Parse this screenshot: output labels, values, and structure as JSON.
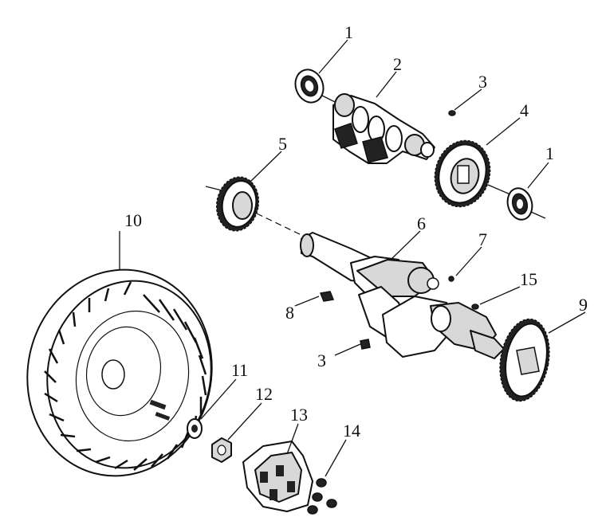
{
  "labels": {
    "l1a": "1",
    "l2": "2",
    "l3a": "3",
    "l4": "4",
    "l1b": "1",
    "l5": "5",
    "l6": "6",
    "l7": "7",
    "l15": "15",
    "l9": "9",
    "l8": "8",
    "l3b": "3",
    "l10": "10",
    "l11": "11",
    "l12": "12",
    "l13": "13",
    "l14": "14"
  }
}
